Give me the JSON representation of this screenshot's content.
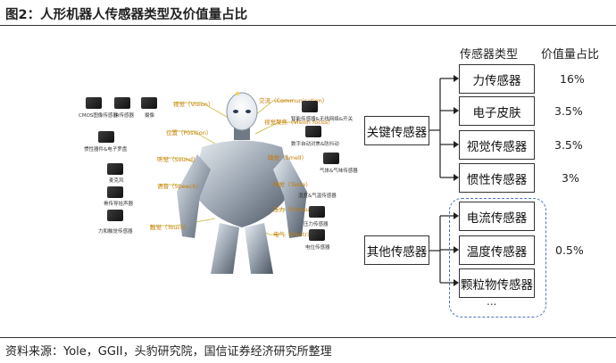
{
  "title": "图2：人形机器人传感器类型及价值量占比",
  "source": "资料来源：Yole，GGII，头豹研究院，国信证券经济研究所整理",
  "headers": {
    "type": "传感器类型",
    "value": "价值量占比"
  },
  "groups": {
    "key": "关键传感器",
    "other": "其他传感器"
  },
  "key_sensors": [
    {
      "name": "力传感器",
      "share": "16%"
    },
    {
      "name": "电子皮肤",
      "share": "3.5%"
    },
    {
      "name": "视觉传感器",
      "share": "3.5%"
    },
    {
      "name": "惯性传感器",
      "share": "3%"
    }
  ],
  "other_sensors": [
    {
      "name": "电流传感器"
    },
    {
      "name": "温度传感器"
    },
    {
      "name": "颗粒物传感器"
    }
  ],
  "other_share": "0.5%",
  "ellipsis": "...",
  "illustration": {
    "senses": [
      "视觉（Vision）",
      "位置（Position）",
      "听觉（Sound）",
      "语音（Speech）",
      "触觉（Touch）",
      "交流（Communication）",
      "视觉聚焦（Vision focus）",
      "嗅觉（Smell）",
      "味觉（Taste）",
      "压力（Pressure）",
      "电气（Electrical）"
    ],
    "components": [
      "CMOS图像传感器",
      "IR传感器",
      "摄像",
      "惯性器件&电子罗盘",
      "麦克风",
      "骨传导拾声器",
      "力和触觉传感器",
      "智能传感器&无线网络&开关",
      "数字自动对焦&防抖动",
      "气体&气味传感器",
      "湿度&气温传感器",
      "压力传感器",
      "电位传感器"
    ]
  }
}
